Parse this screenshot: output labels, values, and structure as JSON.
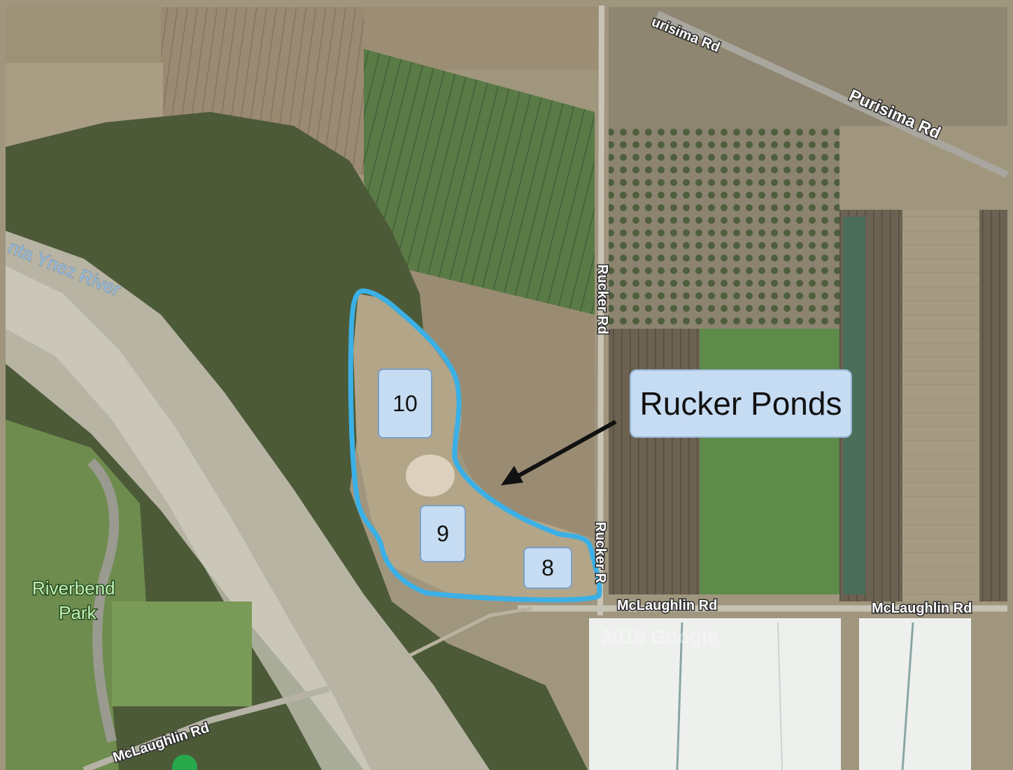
{
  "map": {
    "callout_label": "Rucker Ponds",
    "ponds": [
      {
        "number": "10"
      },
      {
        "number": "9"
      },
      {
        "number": "8"
      }
    ],
    "road_labels": {
      "purisima_top": "urisima Rd",
      "purisima_right": "Purisima Rd",
      "rucker_upper": "Rucker Rd",
      "rucker_lower": "Rucker R",
      "mclaughlin_center": "McLaughlin Rd",
      "mclaughlin_right": "McLaughlin Rd",
      "mclaughlin_lower_left": "McLaughlin Rd"
    },
    "river_label": "nta Ynez River",
    "park_label": {
      "line1": "Riverbend",
      "line2": "Park"
    },
    "watermark": "2018 Google",
    "colors": {
      "outline": "#3ab0e6",
      "callout_fill": "#c6dcf2",
      "arrow": "#111111"
    }
  }
}
